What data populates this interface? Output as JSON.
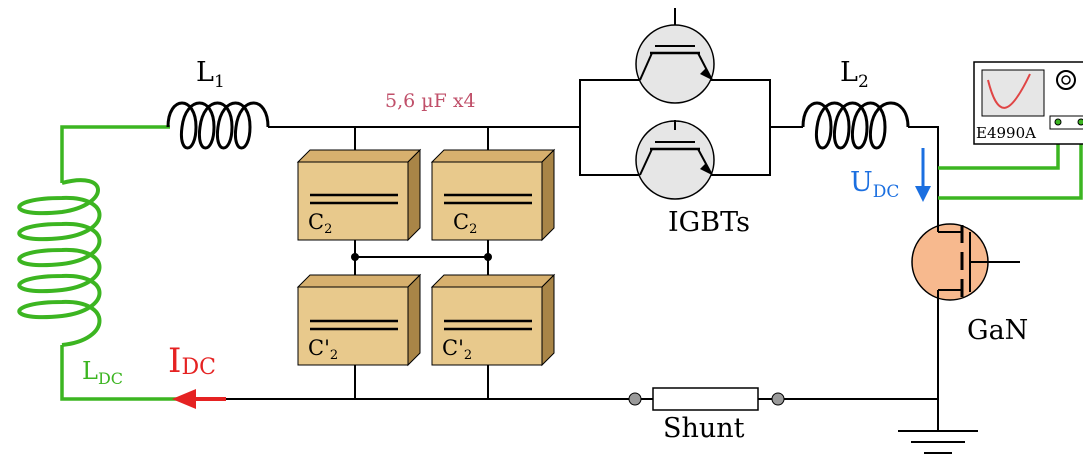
{
  "labels": {
    "l1": "L",
    "l1_sub": "1",
    "l2": "L",
    "l2_sub": "2",
    "cap_spec": "5,6 µF x4",
    "igbts": "IGBTs",
    "instrument": "E4990A",
    "udc": "U",
    "udc_sub": "DC",
    "gan": "GaN",
    "ldc": "L",
    "ldc_sub": "DC",
    "idc": "I",
    "idc_sub": "DC",
    "shunt": "Shunt",
    "c2_top_left": "C",
    "c2_top_left_sub": "2",
    "c2_top_right": "C",
    "c2_top_right_sub": "2",
    "c2p_bottom_left": "C'",
    "c2p_bottom_left_sub": "2",
    "c2p_bottom_right": "C'",
    "c2p_bottom_right_sub": "2"
  },
  "colors": {
    "wire": "#000000",
    "green_wire": "#3cb521",
    "cap_spec_text": "#c0506a",
    "udc_blue": "#1b6fe0",
    "idc_red": "#e52222",
    "capacitor": "#e8c98c",
    "igbt_fill": "#e6e6e6",
    "gan_fill": "#f7b98e"
  }
}
